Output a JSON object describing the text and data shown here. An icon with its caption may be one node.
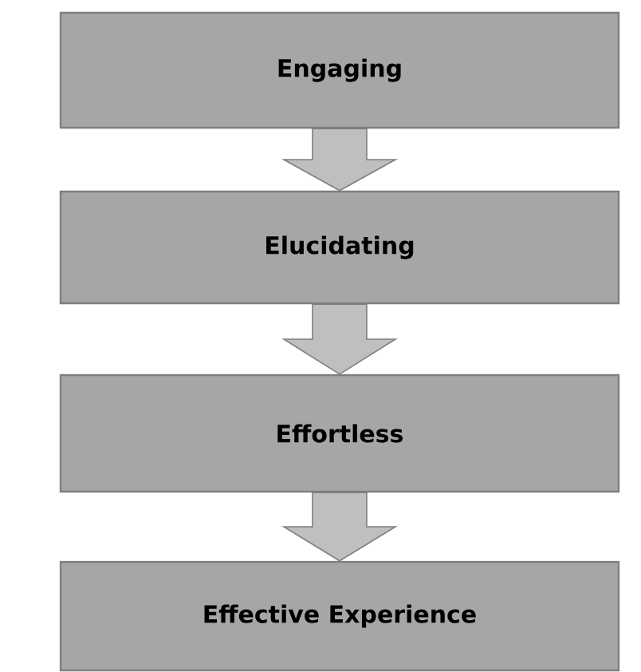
{
  "diagram": {
    "nodes": [
      {
        "text": [
          "Engaging"
        ]
      },
      {
        "text": [
          "Elucidating"
        ]
      },
      {
        "text": [
          "Effortless"
        ]
      },
      {
        "text": [
          "Effective Experience"
        ]
      }
    ],
    "edges": [
      {
        "from": 0,
        "to": 1,
        "arrow": "to"
      },
      {
        "from": 1,
        "to": 2,
        "arrow": "to"
      },
      {
        "from": 2,
        "to": 3,
        "arrow": "to"
      }
    ]
  }
}
